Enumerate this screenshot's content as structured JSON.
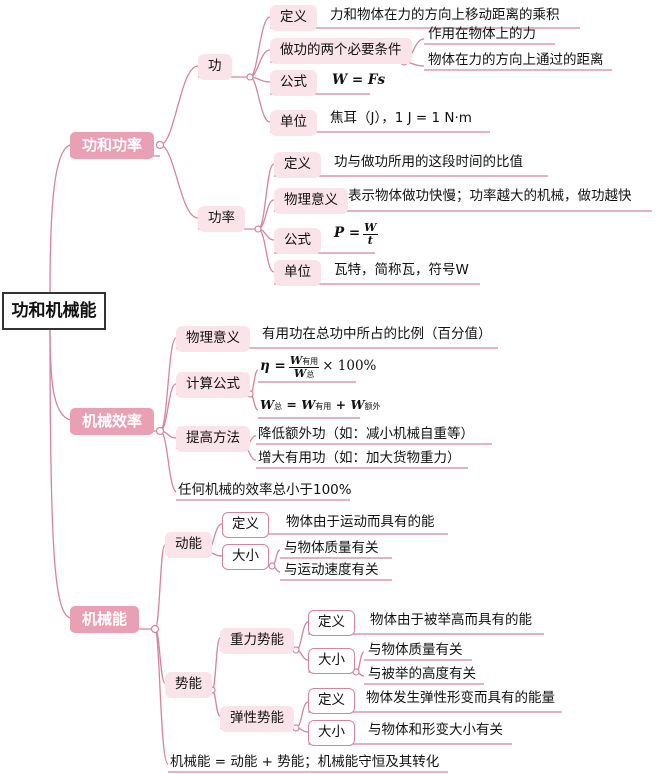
{
  "root": "功和机械能",
  "branches": {
    "work_power": {
      "label": "功和功率",
      "work": {
        "label": "功",
        "definition": {
          "label": "定义",
          "text": "力和物体在力的方向上移动距离的乘积"
        },
        "conditions": {
          "label": "做功的两个必要条件",
          "items": [
            "作用在物体上的力",
            "物体在力的方向上通过的距离"
          ]
        },
        "formula": {
          "label": "公式",
          "text": "W = Fs"
        },
        "unit": {
          "label": "单位",
          "text": "焦耳（J），1 J = 1 N·m"
        }
      },
      "power": {
        "label": "功率",
        "definition": {
          "label": "定义",
          "text": "功与做功所用的这段时间的比值"
        },
        "meaning": {
          "label": "物理意义",
          "text": "表示物体做功快慢；功率越大的机械，做功越快"
        },
        "formula": {
          "label": "公式",
          "lhs": "P =",
          "num": "W",
          "den": "t"
        },
        "unit": {
          "label": "单位",
          "text": "瓦特，简称瓦，符号W"
        }
      }
    },
    "efficiency": {
      "label": "机械效率",
      "meaning": {
        "label": "物理意义",
        "text": "有用功在总功中所占的比例（百分值）"
      },
      "formula": {
        "label": "计算公式",
        "eta": "η =",
        "num_sym": "W",
        "num_sub": "有用",
        "den_sym": "W",
        "den_sub": "总",
        "times": "× 100%",
        "total_lhs": "W",
        "total_lhs_sub": "总",
        "eq": "=",
        "u": "W",
        "u_sub": "有用",
        "plus": "+",
        "e": "W",
        "e_sub": "额外"
      },
      "improve": {
        "label": "提高方法",
        "items": [
          "降低额外功（如：减小机械自重等）",
          "增大有用功（如：加大货物重力）"
        ]
      },
      "note": "任何机械的效率总小于100%"
    },
    "mech_energy": {
      "label": "机械能",
      "kinetic": {
        "label": "动能",
        "definition": {
          "label": "定义",
          "text": "物体由于运动而具有的能"
        },
        "size": {
          "label": "大小",
          "items": [
            "与物体质量有关",
            "与运动速度有关"
          ]
        }
      },
      "potential": {
        "label": "势能",
        "gravity": {
          "label": "重力势能",
          "definition": {
            "label": "定义",
            "text": "物体由于被举高而具有的能"
          },
          "size": {
            "label": "大小",
            "items": [
              "与物体质量有关",
              "与被举的高度有关"
            ]
          }
        },
        "elastic": {
          "label": "弹性势能",
          "definition": {
            "label": "定义",
            "text": "物体发生弹性形变而具有的能量"
          },
          "size": {
            "label": "大小",
            "text": "与物体和形变大小有关"
          }
        }
      },
      "note": "机械能 = 动能 + 势能；机械能守恒及其转化"
    }
  }
}
